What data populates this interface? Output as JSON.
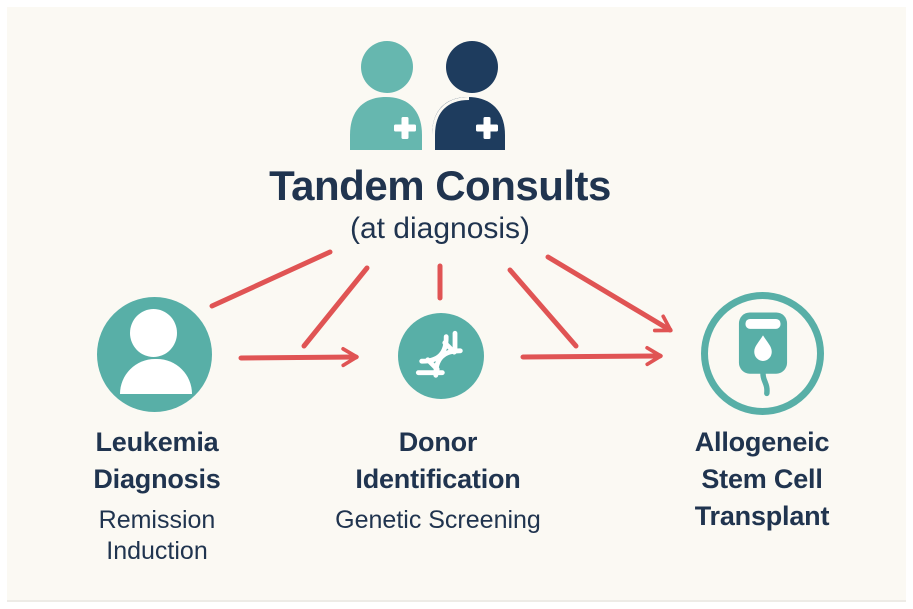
{
  "theme": {
    "background": "#FBF9F3",
    "frame": "#FFFFFF",
    "teal": "#58AFA7",
    "teal_light": "#66B7AF",
    "navy": "#1E3C5E",
    "text": "#20344F",
    "red": "#E05454",
    "white": "#FFFFFF"
  },
  "header": {
    "icon": "tandem-doctors-icon",
    "title": "Tandem Consults",
    "subtitle": "(at diagnosis)"
  },
  "nodes": [
    {
      "id": "leukemia-diagnosis",
      "icon": "patient-icon",
      "title_lines": [
        "Leukemia",
        "Diagnosis"
      ],
      "subtitle_lines": [
        "Remission",
        "Induction"
      ]
    },
    {
      "id": "donor-identification",
      "icon": "dna-icon",
      "title_lines": [
        "Donor",
        "Identification"
      ],
      "subtitle_lines": [
        "Genetic Screening"
      ]
    },
    {
      "id": "allogeneic-stem-cell-transplant",
      "icon": "iv-bag-icon",
      "title_lines": [
        "Allogeneic",
        "Stem Cell",
        "Transplant"
      ],
      "subtitle_lines": []
    }
  ],
  "connections": [
    {
      "from": "tandem-consults",
      "to": "leukemia-diagnosis",
      "style": "line"
    },
    {
      "from": "tandem-consults",
      "to": "between-diagnosis-and-donor",
      "style": "line"
    },
    {
      "from": "tandem-consults",
      "to": "donor-identification",
      "style": "line"
    },
    {
      "from": "tandem-consults",
      "to": "between-donor-and-transplant",
      "style": "line"
    },
    {
      "from": "tandem-consults",
      "to": "allogeneic-stem-cell-transplant",
      "style": "arrow"
    },
    {
      "from": "leukemia-diagnosis",
      "to": "donor-identification",
      "style": "arrow"
    },
    {
      "from": "donor-identification",
      "to": "allogeneic-stem-cell-transplant",
      "style": "arrow"
    }
  ]
}
